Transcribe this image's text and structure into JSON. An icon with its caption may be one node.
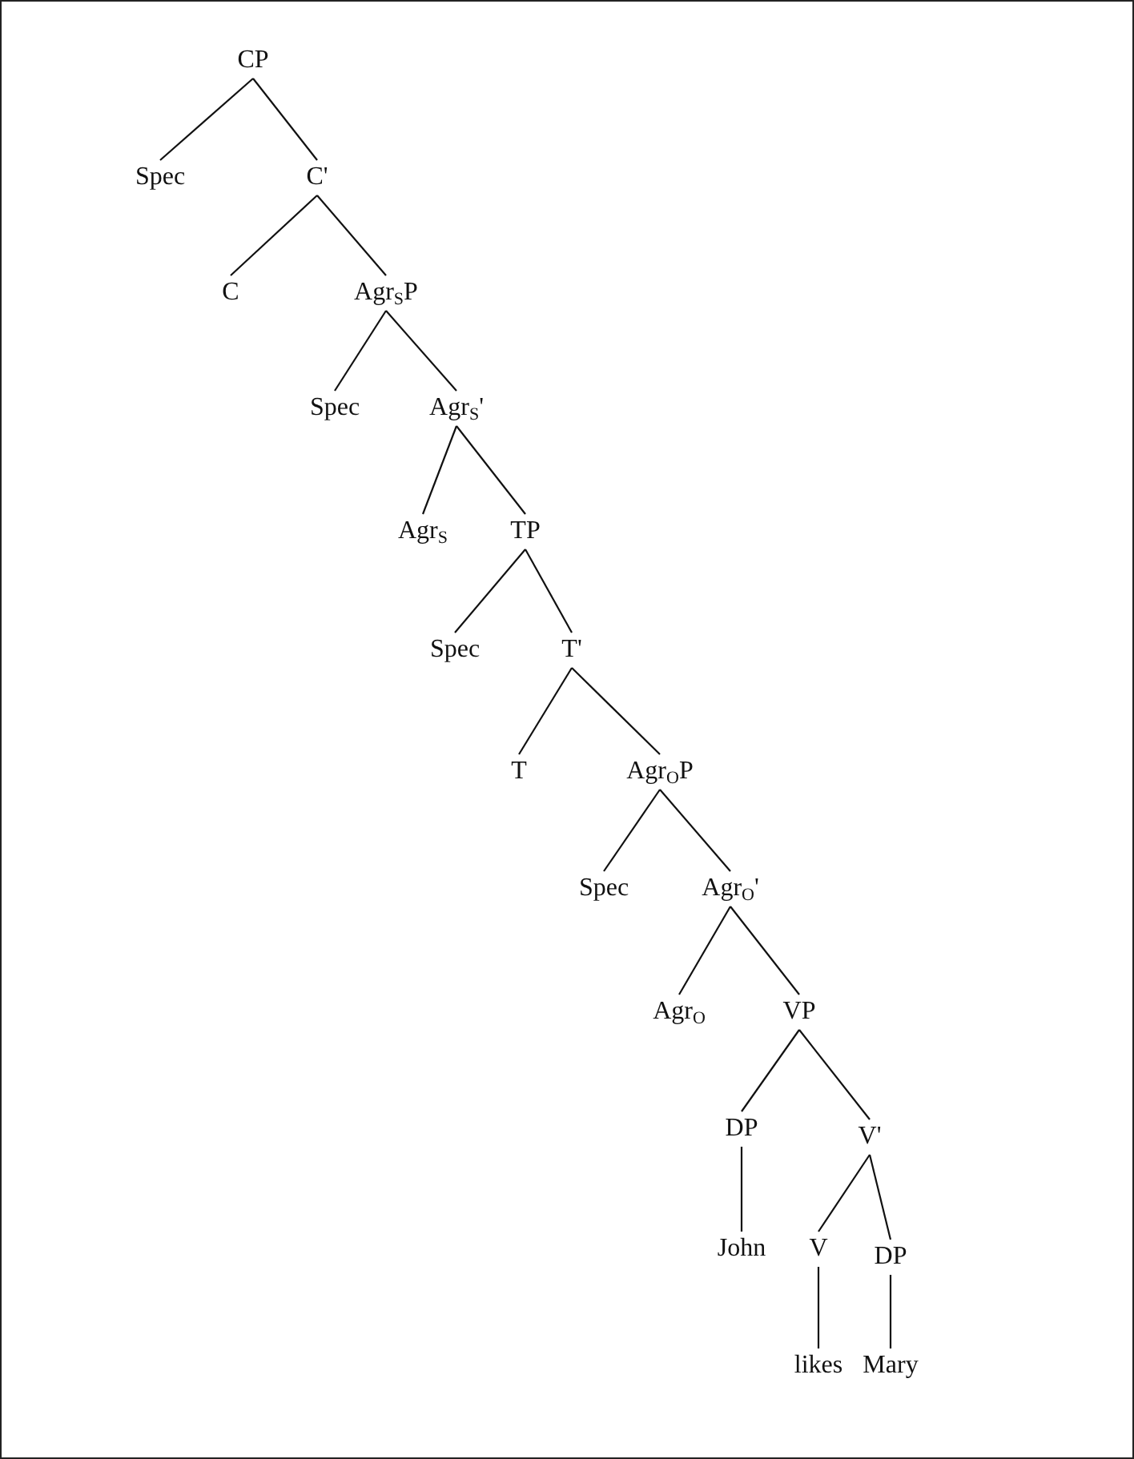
{
  "diagram": {
    "nodes": [
      {
        "text": [
          "CP"
        ]
      },
      {
        "text": [
          "Spec"
        ]
      },
      {
        "text": [
          "C'"
        ]
      },
      {
        "text": [
          "C"
        ]
      },
      {
        "text": [
          "Agr$_{S}$P"
        ]
      },
      {
        "text": [
          "Spec"
        ]
      },
      {
        "text": [
          "Agr$_{S}$'"
        ]
      },
      {
        "text": [
          "Agr$_{S}$"
        ]
      },
      {
        "text": [
          "TP"
        ]
      },
      {
        "text": [
          "Spec"
        ]
      },
      {
        "text": [
          "T'"
        ]
      },
      {
        "text": [
          "T"
        ]
      },
      {
        "text": [
          "Agr$_{O}$P"
        ]
      },
      {
        "text": [
          "Spec"
        ]
      },
      {
        "text": [
          "Agr$_{O}$'"
        ]
      },
      {
        "text": [
          "Agr$_{O}$"
        ]
      },
      {
        "text": [
          "VP"
        ]
      },
      {
        "text": [
          "DP"
        ]
      },
      {
        "text": [
          "V'"
        ]
      },
      {
        "text": [
          "John"
        ]
      },
      {
        "text": [
          "V"
        ]
      },
      {
        "text": [
          "DP"
        ]
      },
      {
        "text": [
          "likes"
        ]
      },
      {
        "text": [
          "Mary"
        ]
      }
    ],
    "edges": [
      {
        "from": 0,
        "to": 1,
        "arrow": "none"
      },
      {
        "from": 0,
        "to": 2,
        "arrow": "none"
      },
      {
        "from": 2,
        "to": 3,
        "arrow": "none"
      },
      {
        "from": 2,
        "to": 4,
        "arrow": "none"
      },
      {
        "from": 4,
        "to": 5,
        "arrow": "none"
      },
      {
        "from": 4,
        "to": 6,
        "arrow": "none"
      },
      {
        "from": 6,
        "to": 7,
        "arrow": "none"
      },
      {
        "from": 6,
        "to": 8,
        "arrow": "none"
      },
      {
        "from": 8,
        "to": 9,
        "arrow": "none"
      },
      {
        "from": 8,
        "to": 10,
        "arrow": "none"
      },
      {
        "from": 10,
        "to": 11,
        "arrow": "none"
      },
      {
        "from": 10,
        "to": 12,
        "arrow": "none"
      },
      {
        "from": 12,
        "to": 13,
        "arrow": "none"
      },
      {
        "from": 12,
        "to": 14,
        "arrow": "none"
      },
      {
        "from": 14,
        "to": 15,
        "arrow": "none"
      },
      {
        "from": 14,
        "to": 16,
        "arrow": "none"
      },
      {
        "from": 16,
        "to": 17,
        "arrow": "none"
      },
      {
        "from": 16,
        "to": 18,
        "arrow": "none"
      },
      {
        "from": 17,
        "to": 19,
        "arrow": "none"
      },
      {
        "from": 18,
        "to": 20,
        "arrow": "none"
      },
      {
        "from": 18,
        "to": 21,
        "arrow": "none"
      },
      {
        "from": 20,
        "to": 22,
        "arrow": "none"
      },
      {
        "from": 21,
        "to": 23,
        "arrow": "none"
      }
    ]
  }
}
